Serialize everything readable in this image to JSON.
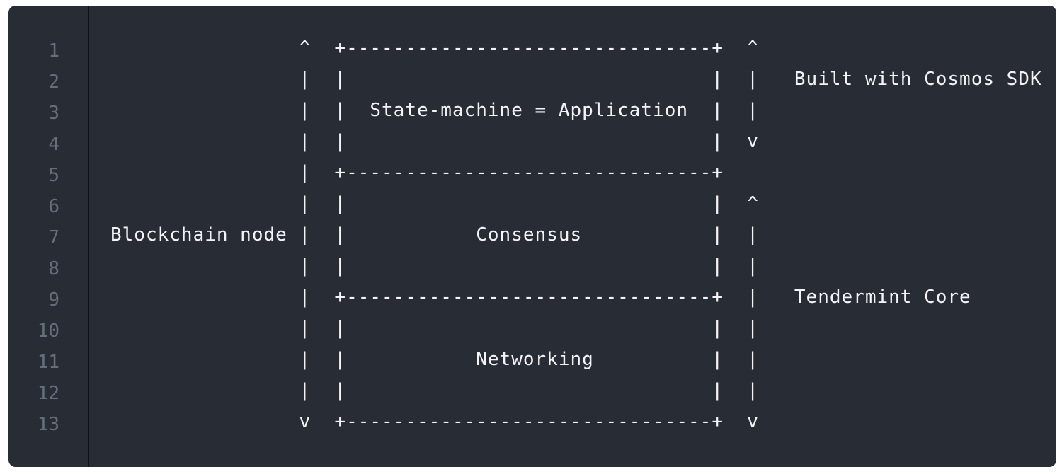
{
  "code_block": {
    "language": "text",
    "lines": [
      "                ^  +-------------------------------+  ^",
      "                |  |                               |  |   Built with Cosmos SDK",
      "                |  |  State-machine = Application  |  |",
      "                |  |                               |  v",
      "                |  +-------------------------------+",
      "                |  |                               |  ^",
      "Blockchain node |  |           Consensus           |  |",
      "                |  |                               |  |",
      "                |  +-------------------------------+  |   Tendermint Core",
      "                |  |                               |  |",
      "                |  |           Networking          |  |",
      "                |  |                               |  |",
      "                v  +-------------------------------+  v"
    ],
    "line_numbers": [
      "1",
      "2",
      "3",
      "4",
      "5",
      "6",
      "7",
      "8",
      "9",
      "10",
      "11",
      "12",
      "13"
    ]
  },
  "colors": {
    "background": "#282c34",
    "text": "#f2f4f8",
    "line_number": "#676e7b"
  }
}
